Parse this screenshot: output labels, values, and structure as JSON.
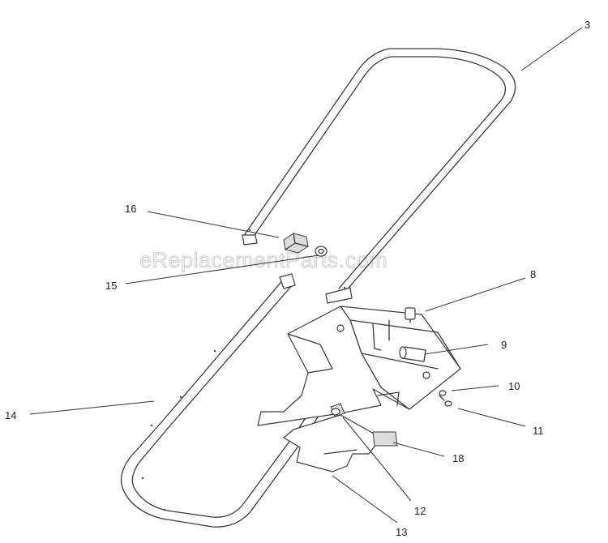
{
  "watermark": "eReplacementParts.com",
  "callouts": {
    "c3": "3",
    "c8": "8",
    "c9": "9",
    "c10": "10",
    "c11": "11",
    "c12": "12",
    "c13": "13",
    "c14": "14",
    "c15": "15",
    "c16": "16",
    "c18": "18"
  }
}
